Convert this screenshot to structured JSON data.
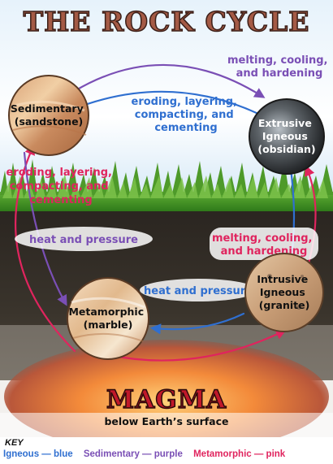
{
  "title": "THE ROCK CYCLE",
  "rocks": {
    "sedimentary": {
      "line1": "Sedimentary",
      "line2": "(sandstone)"
    },
    "extrusive": {
      "line1": "Extrusive",
      "line2": "Igneous",
      "line3": "(obsidian)"
    },
    "intrusive": {
      "line1": "Intrusive",
      "line2": "Igneous",
      "line3": "(granite)"
    },
    "metamorphic": {
      "line1": "Metamorphic",
      "line2": "(marble)"
    }
  },
  "processes": {
    "top_right": {
      "line1": "melting, cooling,",
      "line2": "and hardening"
    },
    "top_center": {
      "line1": "eroding, layering,",
      "line2": "compacting, and",
      "line3": "cementing"
    },
    "left": {
      "line1": "eroding, layering,",
      "line2": "compacting, and",
      "line3": "cementing"
    },
    "middle_left": "heat and pressure",
    "middle_right": {
      "line1": "melting, cooling,",
      "line2": "and hardening"
    },
    "lower_center": "heat and pressure"
  },
  "magma": {
    "title": "MAGMA",
    "subtitle": "below Earth’s surface"
  },
  "key": {
    "title": "KEY",
    "items": [
      {
        "label": "Igneous — blue",
        "color": "#2f6fd0"
      },
      {
        "label": "Sedimentary — purple",
        "color": "#7a4fb5"
      },
      {
        "label": "Metamorphic — pink",
        "color": "#e0245e"
      }
    ]
  },
  "colors": {
    "igneous": "#2f6fd0",
    "sedimentary": "#7a4fb5",
    "metamorphic": "#e0245e"
  }
}
